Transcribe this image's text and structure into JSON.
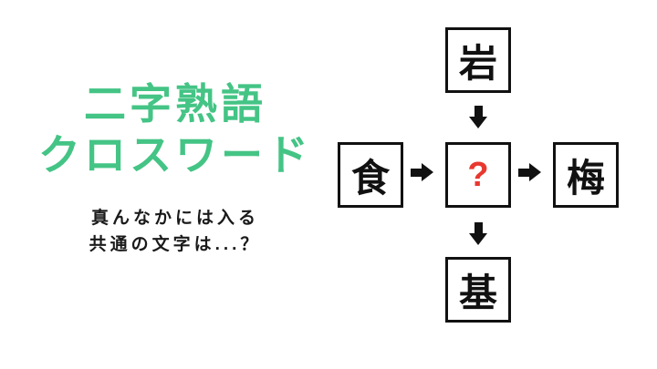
{
  "title": {
    "line1": "二字熟語",
    "line2": "クロスワード"
  },
  "subtitle": {
    "line1": "真んなかには入る",
    "line2": "共通の文字は...？"
  },
  "puzzle": {
    "top": "岩",
    "left": "食",
    "center": "?",
    "right": "梅",
    "bottom": "基"
  },
  "colors": {
    "title_green": "#44c485",
    "question_red": "#e8382f",
    "box_border": "#111111",
    "background": "#ffffff"
  }
}
